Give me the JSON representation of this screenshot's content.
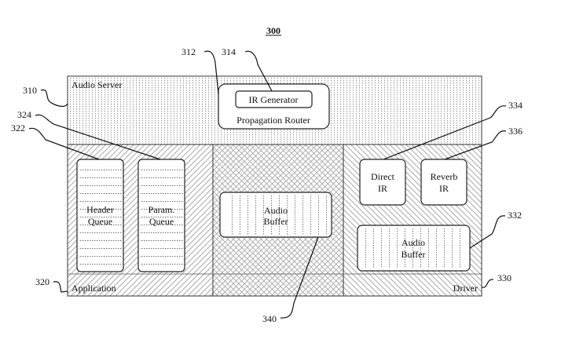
{
  "figure": {
    "number": "300"
  },
  "audio_server": {
    "ref": "310",
    "label": "Audio Server",
    "propagation_router": {
      "ref": "312",
      "label": "Propagation Router",
      "ir_generator": {
        "ref": "314",
        "label": "IR Generator"
      }
    }
  },
  "application": {
    "ref": "320",
    "label": "Application",
    "header_queue": {
      "ref": "322",
      "line1": "Header",
      "line2": "Queue"
    },
    "param_queue": {
      "ref": "324",
      "line1": "Param.",
      "line2": "Queue"
    }
  },
  "shared": {
    "audio_buffer": {
      "ref": "340",
      "line1": "Audio",
      "line2": "Buffer"
    }
  },
  "driver": {
    "ref": "330",
    "label": "Driver",
    "audio_buffer": {
      "ref": "332",
      "line1": "Audio",
      "line2": "Buffer"
    },
    "direct_ir": {
      "ref": "334",
      "line1": "Direct",
      "line2": "IR"
    },
    "reverb_ir": {
      "ref": "336",
      "line1": "Reverb",
      "line2": "IR"
    }
  }
}
